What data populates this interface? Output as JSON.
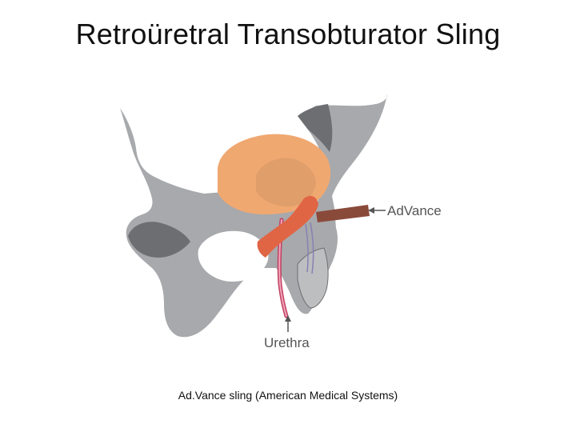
{
  "slide": {
    "title": "Retroüretral Transobturator Sling",
    "caption": "Ad.Vance sling (American Medical Systems)"
  },
  "diagram": {
    "labels": {
      "sling": "AdVance",
      "urethra": "Urethra"
    },
    "colors": {
      "bone": "#a7a9ac",
      "bone_dark": "#6d6e71",
      "bladder": "#f0a871",
      "bladder_inner": "#d99a6a",
      "sling": "#e06545",
      "sling_arm": "#8a4a3a",
      "urethra": "#c04060",
      "label": "#555555"
    }
  }
}
